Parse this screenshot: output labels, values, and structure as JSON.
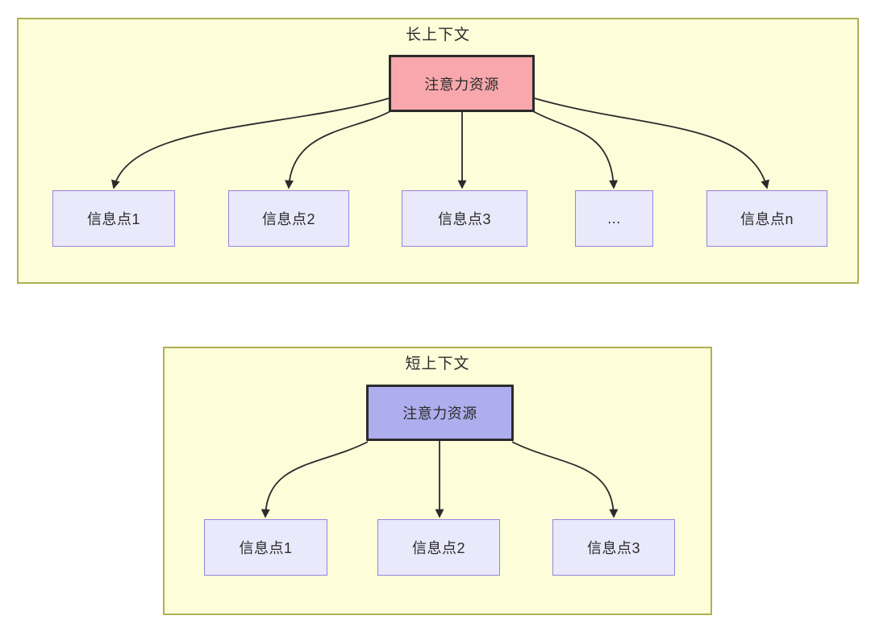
{
  "diagrams": [
    {
      "title": "长上下文",
      "source": {
        "label": "注意力资源",
        "fill": "#f8a8ac"
      },
      "nodes": [
        {
          "label": "信息点1"
        },
        {
          "label": "信息点2"
        },
        {
          "label": "信息点3"
        },
        {
          "label": "..."
        },
        {
          "label": "信息点n"
        }
      ]
    },
    {
      "title": "短上下文",
      "source": {
        "label": "注意力资源",
        "fill": "#aeaeee"
      },
      "nodes": [
        {
          "label": "信息点1"
        },
        {
          "label": "信息点2"
        },
        {
          "label": "信息点3"
        }
      ]
    }
  ],
  "colors": {
    "container_fill": "#fdfdda",
    "container_border": "#b0b052",
    "long_source_fill": "#f8a8ac",
    "short_source_fill": "#aeaeee",
    "info_node_fill": "#e9e9fb",
    "info_node_border": "#9584dc",
    "edge": "#2b2b2b",
    "text": "#2b2b2b"
  }
}
